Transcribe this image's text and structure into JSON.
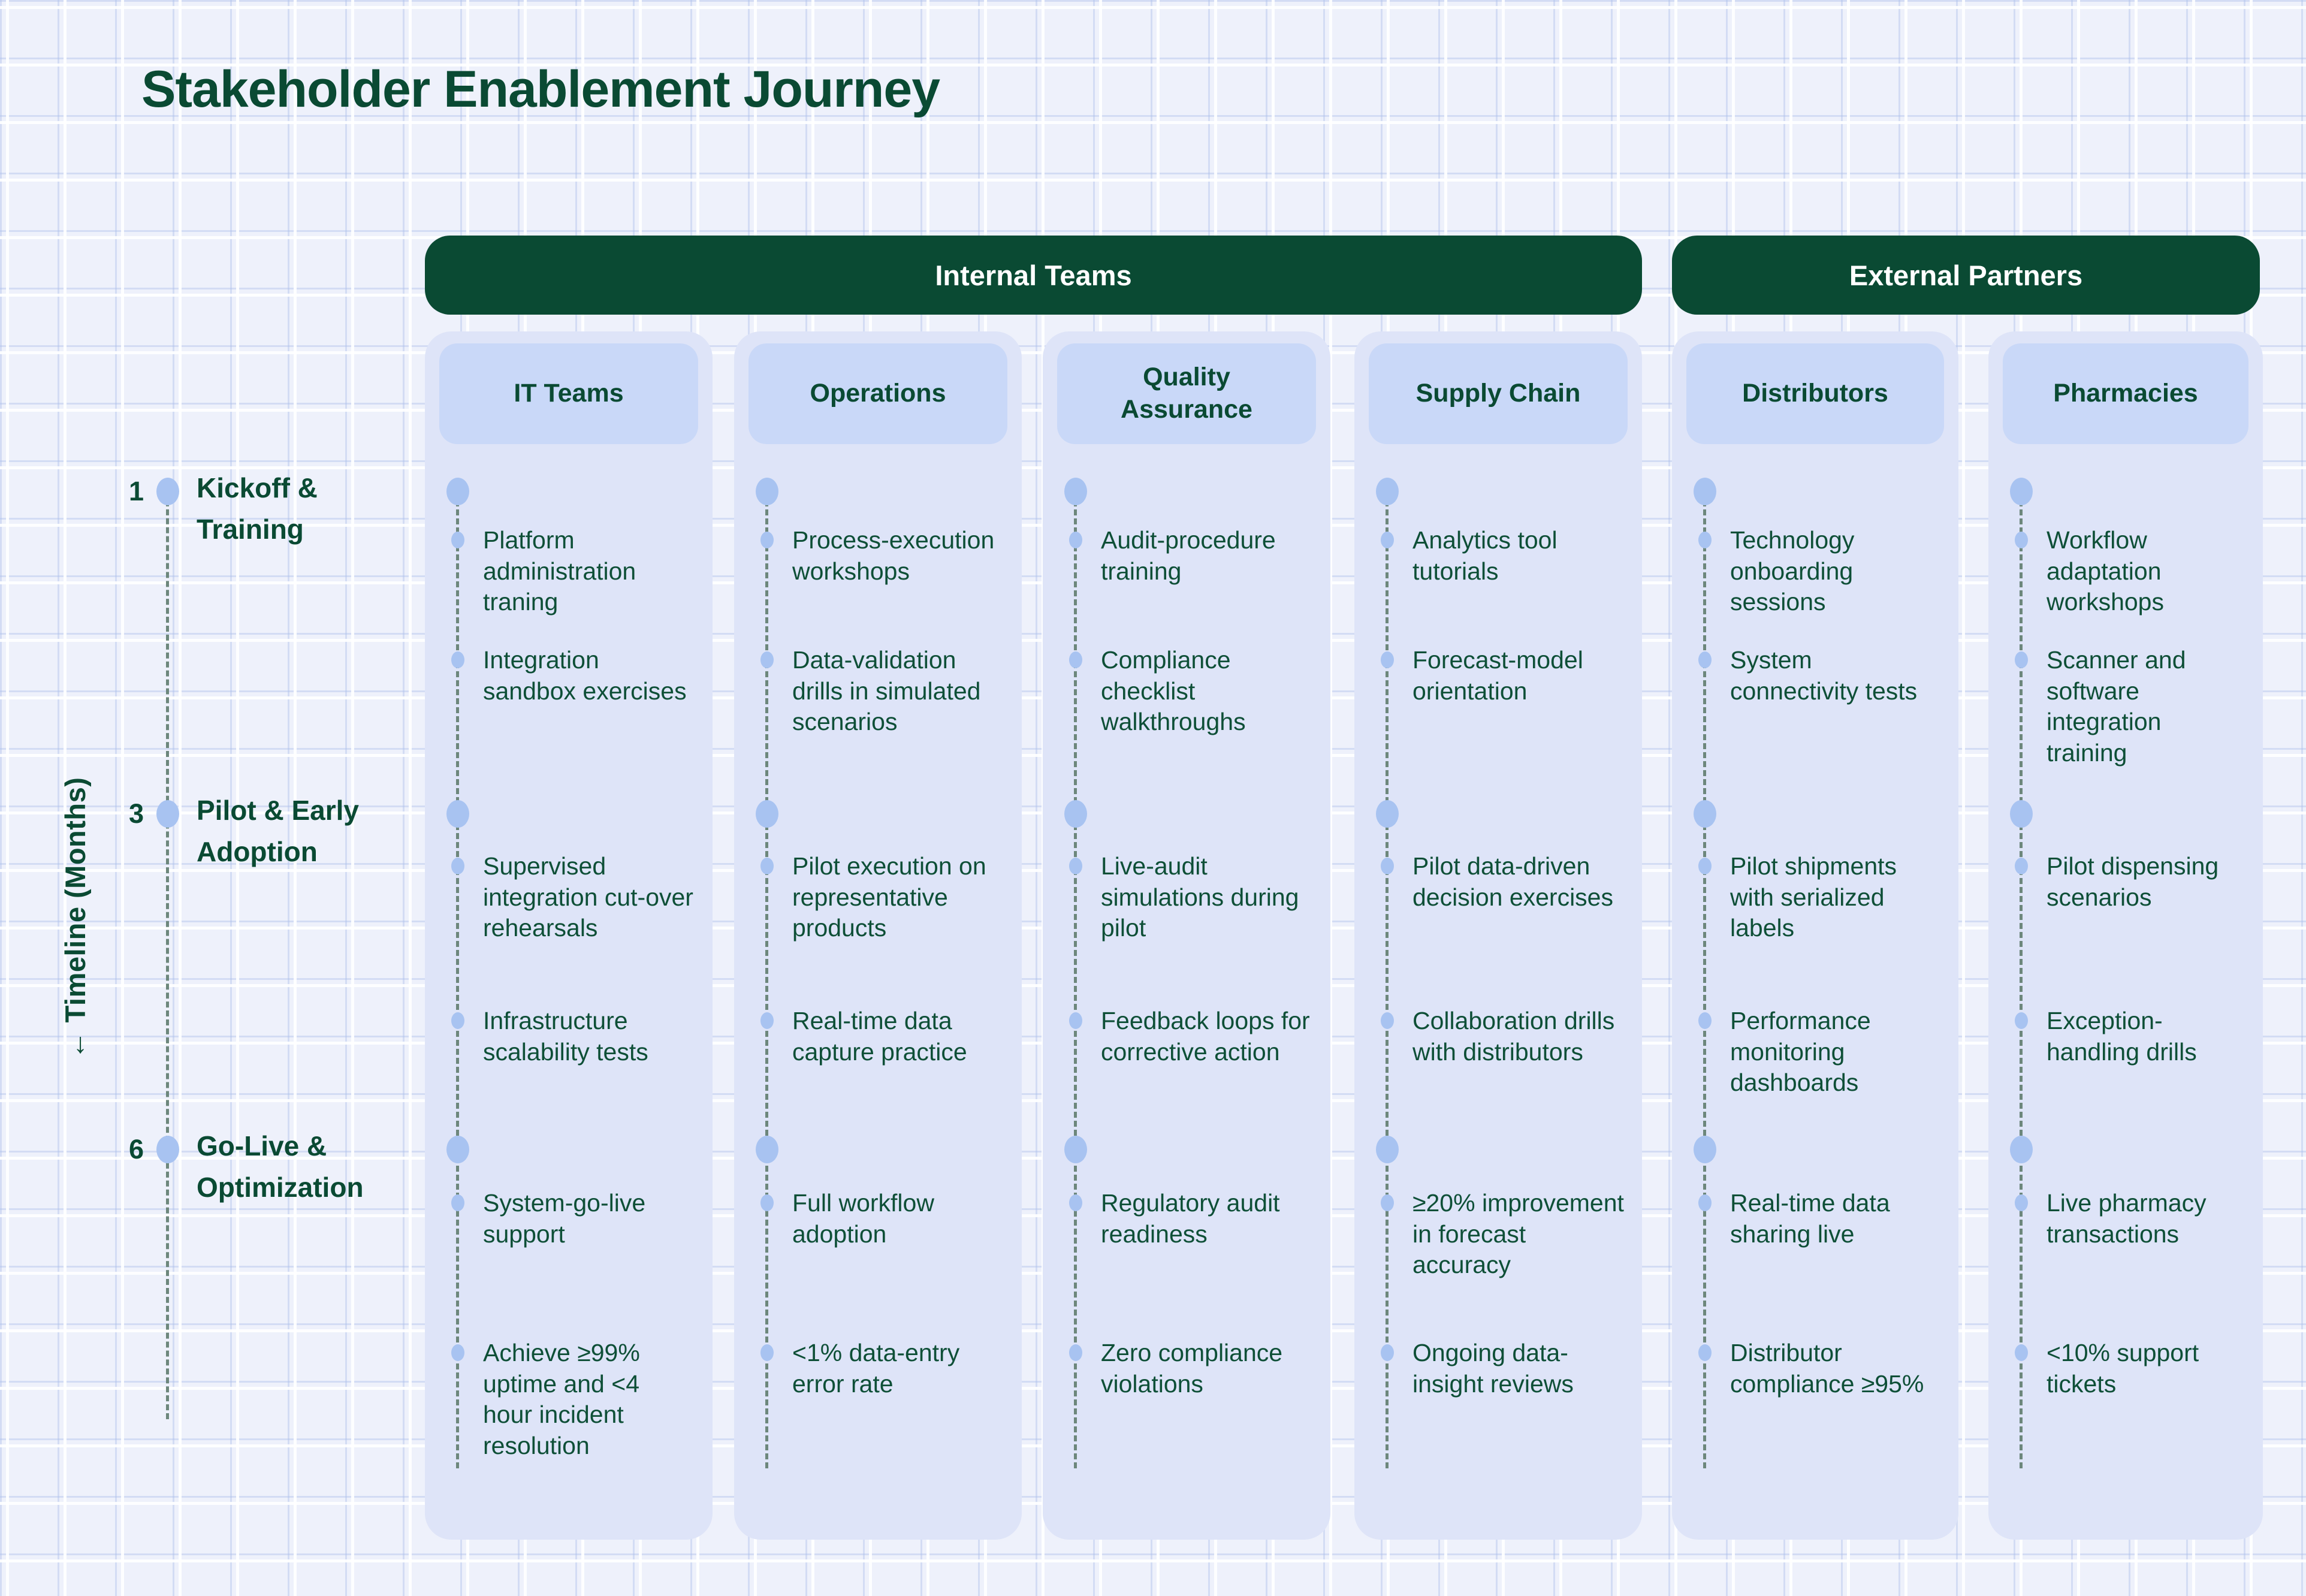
{
  "title": "Stakeholder Enablement Journey",
  "axis": {
    "arrow": "←",
    "label": "Timeline (Months)"
  },
  "groups": [
    {
      "label": "Internal Teams"
    },
    {
      "label": "External Partners"
    }
  ],
  "milestones": [
    {
      "number": "1",
      "label": "Kickoff &\nTraining"
    },
    {
      "number": "3",
      "label": "Pilot & Early\nAdoption"
    },
    {
      "number": "6",
      "label": "Go-Live &\nOptimization"
    }
  ],
  "columns": [
    {
      "title": "IT Teams",
      "items": [
        "Platform administration traning",
        "Integration sandbox exercises",
        "Supervised integration cut-over rehearsals",
        "Infrastructure scalability tests",
        "System-go-live support",
        "Achieve ≥99% uptime and <4 hour incident resolution"
      ]
    },
    {
      "title": "Operations",
      "items": [
        "Process-execution workshops",
        "Data-validation drills in simulated scenarios",
        "Pilot execution on representative products",
        "Real-time data capture practice",
        "Full workflow adoption",
        "<1% data-entry error rate"
      ]
    },
    {
      "title": "Quality Assurance",
      "items": [
        "Audit-procedure training",
        "Compliance checklist walkthroughs",
        "Live-audit simulations during pilot",
        "Feedback loops for corrective action",
        "Regulatory audit readiness",
        "Zero compliance violations"
      ]
    },
    {
      "title": "Supply Chain",
      "items": [
        "Analytics tool tutorials",
        "Forecast-model orientation",
        "Pilot data-driven decision exercises",
        "Collaboration drills with distributors",
        "≥20% improvement in forecast accuracy",
        "Ongoing data-insight reviews"
      ]
    },
    {
      "title": "Distributors",
      "items": [
        "Technology onboarding sessions",
        "System connectivity tests",
        "Pilot shipments with serialized labels",
        "Performance monitoring dashboards",
        "Real-time data sharing live",
        "Distributor compliance ≥95%"
      ]
    },
    {
      "title": "Pharmacies",
      "items": [
        "Workflow adaptation workshops",
        "Scanner and software integration training",
        "Pilot dispensing scenarios",
        "Exception-handling drills",
        "Live pharmacy transactions",
        "<10% support tickets"
      ]
    }
  ],
  "colors": {
    "header_green": "#0a4a33",
    "text_green": "#0e4f37",
    "panel": "#dee4f8",
    "chip": "#c9d8f8",
    "dot": "#a8c3f1",
    "dash": "#6d877c",
    "background": "#eef1fb"
  }
}
